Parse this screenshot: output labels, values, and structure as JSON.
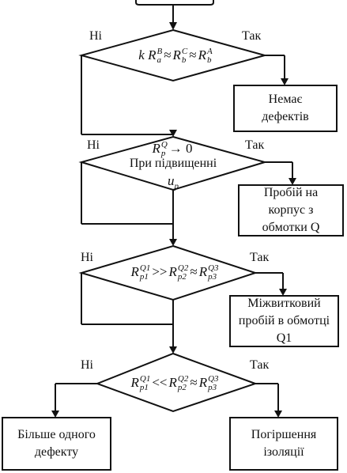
{
  "labels": {
    "no": "Ні",
    "yes": "Так"
  },
  "conditions": [
    {
      "k": "k",
      "base": "R",
      "terms": [
        {
          "sup": "B",
          "sub": "a"
        },
        {
          "sup": "C",
          "sub": "b"
        },
        {
          "sup": "A",
          "sub": "b"
        }
      ],
      "relations": [
        "≈",
        "≈"
      ]
    },
    {
      "base": "R",
      "sup": "Q",
      "sub": "p",
      "arrow": "→ 0",
      "line2": "При підвищенні",
      "line3_base": "u",
      "line3_sub": "p"
    },
    {
      "base": "R",
      "terms": [
        {
          "sup": "Q",
          "supsub": "1",
          "sub": "p",
          "subsub": "1"
        },
        {
          "sup": "Q",
          "supsub": "2",
          "sub": "p",
          "subsub": "2"
        },
        {
          "sup": "Q",
          "supsub": "3",
          "sub": "p",
          "subsub": "3"
        }
      ],
      "relations": [
        ">>",
        "≈"
      ]
    },
    {
      "base": "R",
      "terms": [
        {
          "sup": "Q",
          "supsub": "1",
          "sub": "p",
          "subsub": "1"
        },
        {
          "sup": "Q",
          "supsub": "2",
          "sub": "p",
          "subsub": "2"
        },
        {
          "sup": "Q",
          "supsub": "3",
          "sub": "p",
          "subsub": "3"
        }
      ],
      "relations": [
        "<<",
        "≈"
      ]
    }
  ],
  "outcomes": {
    "no_defects": [
      "Немає",
      "дефектів"
    ],
    "breakdown_case": [
      "Пробій на",
      "корпус з",
      "обмотки Q"
    ],
    "interturn": [
      "Міжвитковий",
      "пробій в обмотці",
      "Q1"
    ],
    "more_than_one": [
      "Більше одного",
      "дефекту"
    ],
    "insulation": [
      "Погіршення",
      "ізоляції"
    ]
  }
}
